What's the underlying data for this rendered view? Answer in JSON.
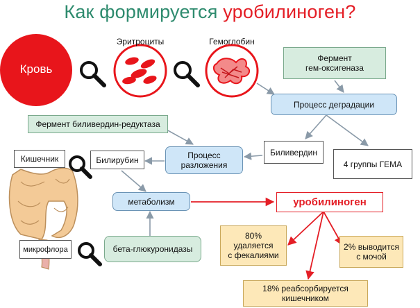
{
  "title": {
    "part1": "Как формируется ",
    "part2": "уробилиноген?"
  },
  "nodes": {
    "blood": "Кровь",
    "erythrocytes": "Эритроциты",
    "hemoglobin": "Гемоглобин",
    "heme_oxygenase": "Фермент\nгем-оксигеназа",
    "degradation": "Процесс деградации",
    "biliverdin_reductase": "Фермент биливердин-редуктаза",
    "biliverdin": "Биливердин",
    "heme_groups": "4 группы ГЕМА",
    "decomposition": "Процесс\nразложения",
    "bilirubin": "Билирубин",
    "intestine": "Кишечник",
    "metabolism": "метаболизм",
    "urobilinogen": "уробилиноген",
    "microflora": "микрофлора",
    "beta_glucuronidase": "бета-глюкуронидазы",
    "feces": "80%\nудаляется\nс фекалиями",
    "urine": "2% выводится\nс мочой",
    "reabsorbed": "18% реабсорбируется\nкишечником"
  },
  "colors": {
    "title_green": "#2e8b6e",
    "accent_red": "#e41e26",
    "blood_red": "#e8151b"
  },
  "icons": [
    "magnifier-icon",
    "red-blood-cells-icon",
    "hemoglobin-icon",
    "intestine-illustration"
  ]
}
